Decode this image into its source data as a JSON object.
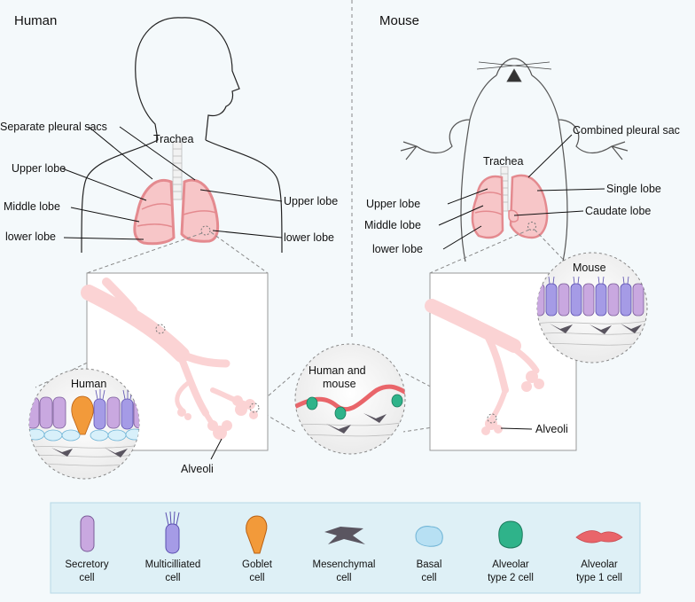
{
  "panels": {
    "human_title": "Human",
    "mouse_title": "Mouse"
  },
  "human_labels": {
    "trachea": "Trachea",
    "pleural": "Separate pleural sacs",
    "upper_left": "Upper lobe",
    "middle": "Middle lobe",
    "lower_left": "lower lobe",
    "upper_right": "Upper lobe",
    "lower_right": "lower lobe",
    "alveoli": "Alveoli",
    "zoom_title": "Human"
  },
  "mouse_labels": {
    "trachea": "Trachea",
    "pleural": "Combined pleural sac",
    "single": "Single lobe",
    "caudate": "Caudate lobe",
    "upper": "Upper lobe",
    "middle": "Middle lobe",
    "lower": "lower lobe",
    "alveoli": "Alveoli",
    "zoom_title": "Mouse"
  },
  "shared": {
    "title_line1": "Human and",
    "title_line2": "mouse"
  },
  "legend": [
    {
      "line1": "Secretory",
      "line2": "cell",
      "color": "#c9a8e0",
      "icon": "secretory-cell-icon"
    },
    {
      "line1": "Multicilliated",
      "line2": "cell",
      "color": "#a59be6",
      "icon": "multiciliated-cell-icon"
    },
    {
      "line1": "Goblet",
      "line2": "cell",
      "color": "#f29a3a",
      "icon": "goblet-cell-icon"
    },
    {
      "line1": "Mesenchymal",
      "line2": "cell",
      "color": "#5a5560",
      "icon": "mesenchymal-cell-icon"
    },
    {
      "line1": "Basal",
      "line2": "cell",
      "color": "#b7e0f3",
      "icon": "basal-cell-icon"
    },
    {
      "line1": "Alveolar",
      "line2": "type 2 cell",
      "color": "#2fb38a",
      "icon": "alveolar-type-2-cell-icon"
    },
    {
      "line1": "Alveolar",
      "line2": "type 1 cell",
      "color": "#e9656a",
      "icon": "alveolar-type-1-cell-icon"
    }
  ],
  "colors": {
    "lung_fill": "#f7c6c8",
    "lung_stroke": "#e48a8f",
    "airway": "#fbd3d4",
    "legend_bg": "#def0f6"
  }
}
